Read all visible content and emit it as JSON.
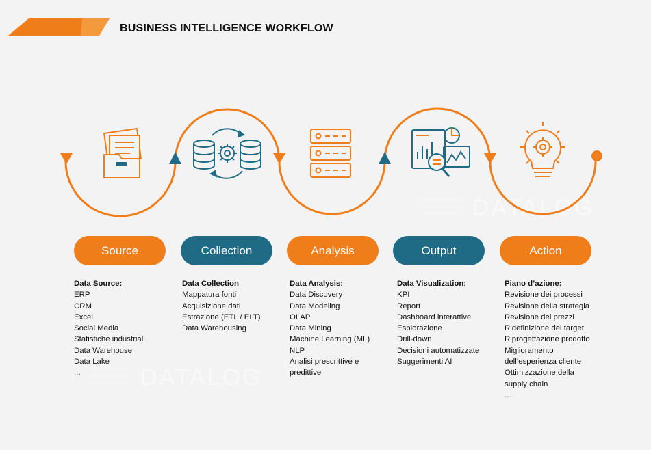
{
  "title": "BUSINESS INTELLIGENCE WORKFLOW",
  "colors": {
    "orange": "#ef7d1a",
    "teal": "#1f6b86",
    "background": "#f3f3f3"
  },
  "watermark": "DATALOG",
  "stages": [
    {
      "label": "Source",
      "color": "orange",
      "icon": "folder-documents-icon",
      "heading": "Data Source:",
      "items": [
        "ERP",
        "CRM",
        "Excel",
        "Social Media",
        "Statistiche industriali",
        "Data Warehouse",
        "Data Lake",
        "..."
      ]
    },
    {
      "label": "Collection",
      "color": "teal",
      "icon": "database-gear-icon",
      "heading": "Data Collection",
      "items": [
        "Mappatura fonti",
        "Acquisizione dati",
        "Estrazione (ETL / ELT)",
        "Data Warehousing"
      ]
    },
    {
      "label": "Analysis",
      "color": "orange",
      "icon": "server-stack-icon",
      "heading": "Data Analysis:",
      "items": [
        "Data Discovery",
        "Data Modeling",
        "OLAP",
        "Data Mining",
        "Machine Learning (ML)",
        "NLP",
        "Analisi prescrittive e",
        "predittive"
      ]
    },
    {
      "label": "Output",
      "color": "teal",
      "icon": "dashboard-magnifier-icon",
      "heading": "Data Visualization:",
      "items": [
        "KPI",
        "Report",
        "Dashboard interattive",
        "Esplorazione",
        "Drill-down",
        "Decisioni automatizzate",
        "Suggerimenti AI"
      ]
    },
    {
      "label": "Action",
      "color": "orange",
      "icon": "lightbulb-gear-icon",
      "heading": "Piano d’azione:",
      "items": [
        "Revisione dei processi",
        "Revisione della strategia",
        "Revisione dei prezzi",
        "Ridefinizione del target",
        "Riprogettazione prodotto",
        "Miglioramento",
        "dell’esperienza cliente",
        "Ottimizzazione della",
        "supply chain",
        "..."
      ]
    }
  ]
}
